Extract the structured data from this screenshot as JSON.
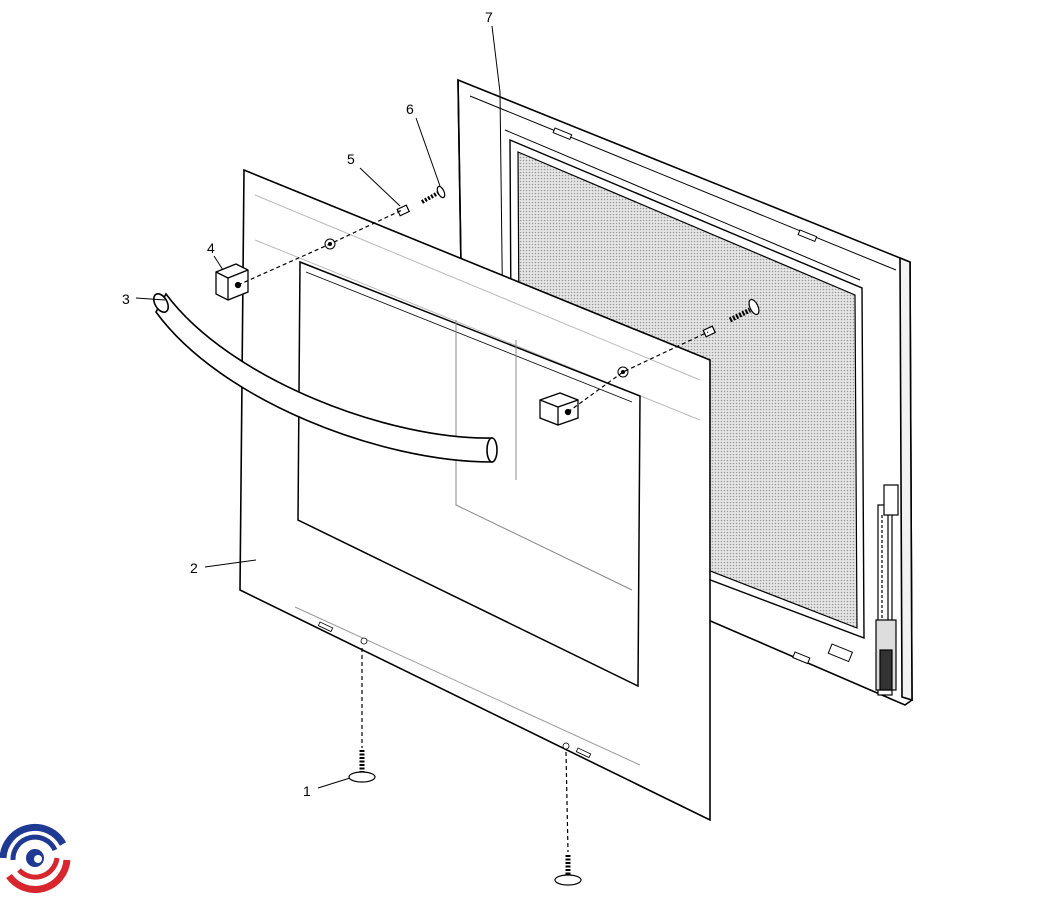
{
  "diagram": {
    "callouts": [
      {
        "id": "1",
        "label": "1"
      },
      {
        "id": "2",
        "label": "2"
      },
      {
        "id": "3",
        "label": "3"
      },
      {
        "id": "4",
        "label": "4"
      },
      {
        "id": "5",
        "label": "5"
      },
      {
        "id": "6",
        "label": "6"
      },
      {
        "id": "7",
        "label": "7"
      }
    ]
  },
  "logo": {
    "icon": "brand-swirl-icon",
    "colors": [
      "#1f3a93",
      "#d7262e"
    ]
  },
  "colors": {
    "line": "#000000",
    "glass": "#c8c8c8",
    "background": "#ffffff"
  }
}
